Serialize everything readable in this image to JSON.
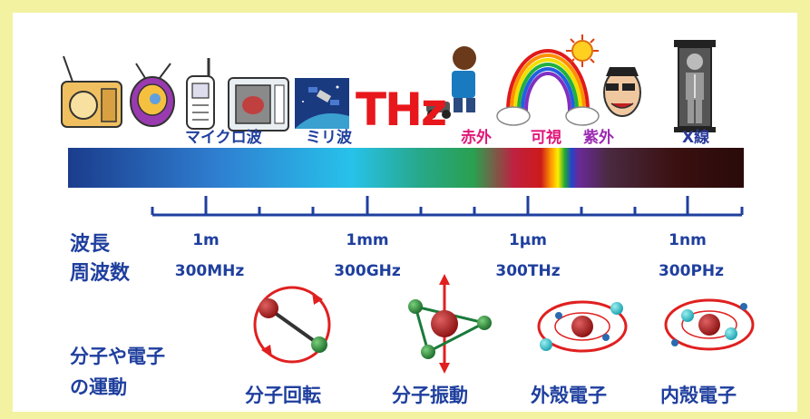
{
  "thz_label": "THz",
  "bands": {
    "microwave": "マイクロ波",
    "millimeter": "ミリ波",
    "infrared": "赤外",
    "visible": "可視",
    "ultraviolet": "紫外",
    "xray": "X線"
  },
  "rows": {
    "wavelength": "波長",
    "frequency": "周波数"
  },
  "scale": [
    {
      "wavelength": "1m",
      "frequency": "300MHz"
    },
    {
      "wavelength": "1mm",
      "frequency": "300GHz"
    },
    {
      "wavelength": "1μm",
      "frequency": "300THz"
    },
    {
      "wavelength": "1nm",
      "frequency": "300PHz"
    }
  ],
  "motion": {
    "heading_line1": "分子や電子",
    "heading_line2": "の運動",
    "rotation": "分子回転",
    "vibration": "分子振動",
    "outer_electron": "外殻電子",
    "inner_electron": "内殻電子"
  },
  "colors": {
    "label_blue": "#1f3f9e",
    "thz_red": "#e8171c",
    "infrared_pink": "#e0187a",
    "border_yellow": "#f2f2a0"
  }
}
